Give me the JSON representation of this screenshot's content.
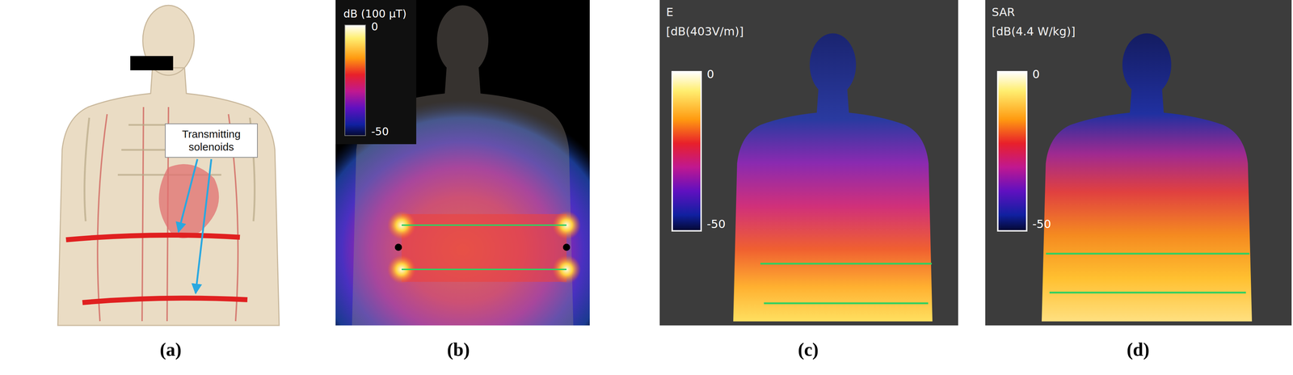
{
  "diagram": {
    "nodes": [
      {
        "text": [
          "Transmitting solenoids"
        ]
      }
    ],
    "labels": [
      "dB (100 μT)",
      "0",
      "-50",
      "E",
      "[dB(403V/m)]",
      "0",
      "-50",
      "SAR",
      "[dB(4.4 W/kg)]",
      "0",
      "-50",
      "(a)",
      "(b)",
      "(c)",
      "(d)"
    ]
  }
}
